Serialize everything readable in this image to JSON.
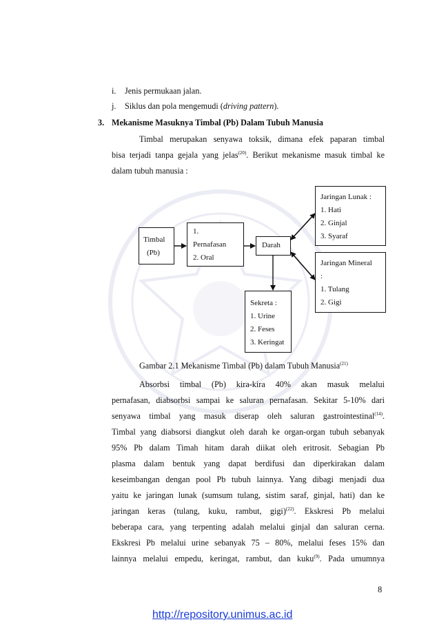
{
  "list": {
    "i_marker": "i.",
    "i_text": "Jenis permukaan jalan.",
    "j_marker": "j.",
    "j_text_a": "Siklus dan pola mengemudi (",
    "j_text_italic": "driving pattern",
    "j_text_b": ")."
  },
  "section": {
    "number": "3.",
    "title": "Mekanisme Masuknya Timbal (Pb) Dalam Tubuh Manusia"
  },
  "intro": {
    "l1": "Timbal merupakan senyawa toksik, dimana efek paparan timbal",
    "l2a": "bisa terjadi tanpa gejala yang jelas",
    "l2sup": "(20)",
    "l2b": ". Berikut mekanisme masuk timbal ke",
    "l3": "dalam tubuh manusia :"
  },
  "diagram": {
    "timbal": [
      "Timbal",
      "(Pb)"
    ],
    "entry": [
      "1.",
      "Pernafasan",
      "2. Oral"
    ],
    "darah": "Darah",
    "lunak": [
      "Jaringan Lunak :",
      "1. Hati",
      "2. Ginjal",
      "3. Syaraf"
    ],
    "mineral": [
      "Jaringan Mineral",
      ":",
      "1. Tulang",
      "2. Gigi"
    ],
    "sekreta": [
      "Sekreta :",
      "1. Urine",
      "2. Feses",
      "3. Keringat"
    ]
  },
  "caption": {
    "text": "Gambar 2.1 Mekanisme Timbal (Pb) dalam Tubuh Manusia",
    "sup": "(21)"
  },
  "body": {
    "p1": "Absorbsi timbal (Pb) kira-kira 40% akan masuk melalui",
    "p2": "pernafasan, diabsorbsi sampai ke saluran pernafasan. Sekitar 5-10% dari",
    "p3a": "senyawa timbal yang masuk diserap oleh saluran gastrointestinal",
    "p3sup": "(14)",
    "p3b": ".",
    "p4": "Timbal yang diabsorsi diangkut oleh darah ke organ-organ tubuh sebanyak",
    "p5": "95% Pb dalam Timah hitam darah diikat oleh eritrosit. Sebagian Pb",
    "p6": "plasma dalam bentuk yang dapat berdifusi dan diperkirakan dalam",
    "p7": "keseimbangan dengan pool Pb tubuh lainnya. Yang dibagi menjadi dua",
    "p8": "yaitu ke jaringan lunak (sumsum tulang, sistim saraf, ginjal, hati) dan ke",
    "p9a": "jaringan keras (tulang, kuku, rambut, gigi)",
    "p9sup": "(22)",
    "p9b": ". Ekskresi Pb melalui",
    "p10": "beberapa cara, yang terpenting adalah melalui ginjal dan saluran cerna.",
    "p11": "Ekskresi Pb melalui urine sebanyak 75 – 80%, melalui feses 15% dan",
    "p12a": "lainnya melalui empedu, keringat, rambut, dan kuku",
    "p12sup": "(9)",
    "p12b": ". Pada umumnya"
  },
  "page_number": "8",
  "footer_url": "http://repository.unimus.ac.id"
}
